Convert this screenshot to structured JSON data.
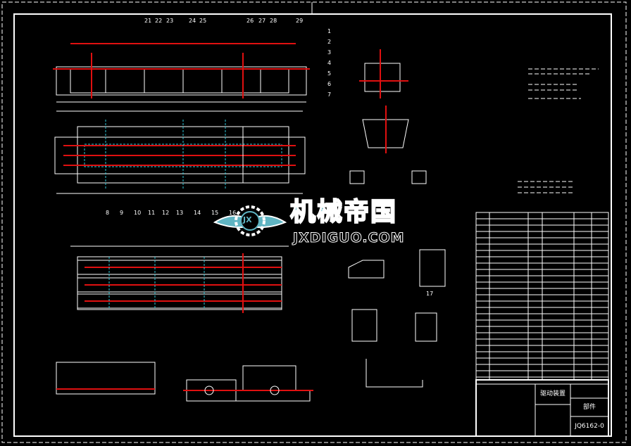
{
  "watermark": {
    "chinese": "机械帝国",
    "url": "JXDIGUO.COM",
    "logo_letters": "JX"
  },
  "title_block": {
    "name": "驱动装置",
    "type": "部件",
    "drawing_number": "JQ6162-0"
  },
  "balloons": [
    "21",
    "22",
    "23",
    "24",
    "25",
    "26",
    "27",
    "28",
    "29",
    "1",
    "2",
    "3",
    "4",
    "5",
    "6",
    "7",
    "8",
    "9",
    "10",
    "11",
    "12",
    "13",
    "14",
    "15",
    "16",
    "17"
  ],
  "colors": {
    "background": "#000000",
    "lines": "#ffffff",
    "centerlines": "#e01010",
    "hidden": "#30c8d8",
    "watermark": "#5fb4c2"
  }
}
